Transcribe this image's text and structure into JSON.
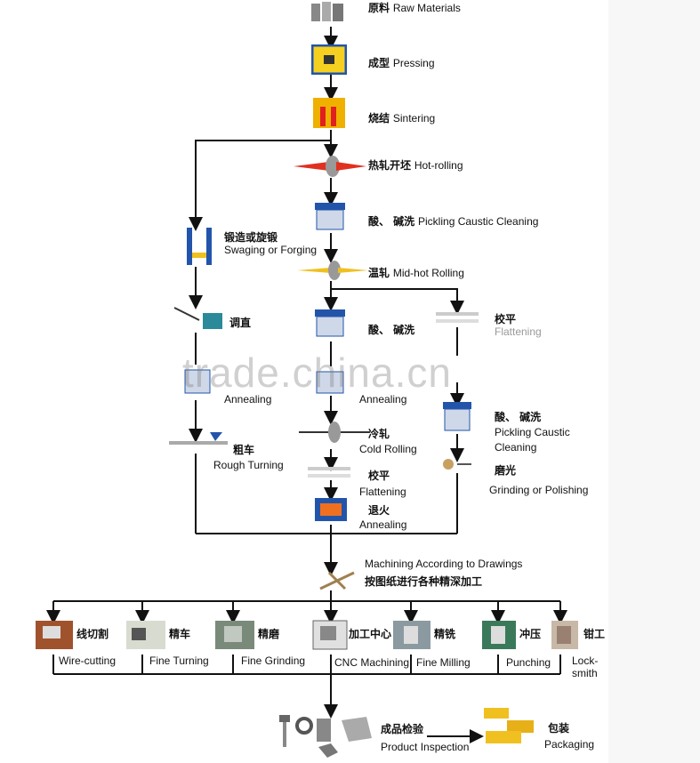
{
  "steps": {
    "raw_materials": {
      "zh": "原料",
      "en": "Raw Materials"
    },
    "pressing": {
      "zh": "成型",
      "en": "Pressing"
    },
    "sintering": {
      "zh": "烧结",
      "en": "Sintering"
    },
    "hot_rolling": {
      "zh": "热轧开坯",
      "en": "Hot-rolling"
    },
    "pickling1": {
      "zh": "酸、 碱洗",
      "en": "Pickling Caustic Cleaning"
    },
    "swaging": {
      "zh": "锻造或旋锻",
      "en": "Swaging or Forging"
    },
    "mid_hot": {
      "zh": "温轧",
      "en": "Mid-hot Rolling"
    },
    "straighten": {
      "zh": "调直"
    },
    "pickling2": {
      "zh": "酸、 碱洗"
    },
    "flatten_r": {
      "zh": "校平",
      "en": "Flattening"
    },
    "annealing_l": {
      "en": "Annealing"
    },
    "annealing_m": {
      "en": "Annealing"
    },
    "pickling3": {
      "zh": "酸、 碱洗",
      "en1": "Pickling Caustic",
      "en2": "Cleaning"
    },
    "rough_turning": {
      "zh": "粗车",
      "en": "Rough Turning"
    },
    "cold_rolling": {
      "zh": "冷轧",
      "en": "Cold Rolling"
    },
    "grinding": {
      "zh": "磨光",
      "en": "Grinding or Polishing"
    },
    "flattening": {
      "zh": "校平",
      "en": "Flattening"
    },
    "annealing_b": {
      "zh": "退火",
      "en": "Annealing"
    },
    "machining": {
      "en": "Machining According to Drawings",
      "zh": "按图纸进行各种精深加工"
    },
    "wire_cutting": {
      "zh": "线切割",
      "en": "Wire-cutting"
    },
    "fine_turning": {
      "zh": "精车",
      "en": "Fine Turning"
    },
    "fine_grinding": {
      "zh": "精磨",
      "en": "Fine Grinding"
    },
    "cnc": {
      "zh": "加工中心",
      "en": "CNC Machining"
    },
    "fine_milling": {
      "zh": "精铣",
      "en": "Fine Milling"
    },
    "punching": {
      "zh": "冲压",
      "en": "Punching"
    },
    "locksmith": {
      "zh": "钳工",
      "en1": "Lock-",
      "en2": "smith"
    },
    "inspection": {
      "zh": "成品检验",
      "en": "Product Inspection"
    },
    "packaging": {
      "zh": "包装",
      "en": "Packaging"
    }
  },
  "watermark": "trade.china.cn",
  "colors": {
    "line": "#111111",
    "accent_blue": "#2255aa",
    "accent_yellow": "#f0c020",
    "accent_red": "#e03020"
  },
  "icons": [
    "raw-materials-icon",
    "pressing-icon",
    "sintering-icon",
    "roller-icon",
    "tank-icon",
    "forging-icon",
    "machine-icon",
    "parts-icon",
    "packaging-icon"
  ]
}
